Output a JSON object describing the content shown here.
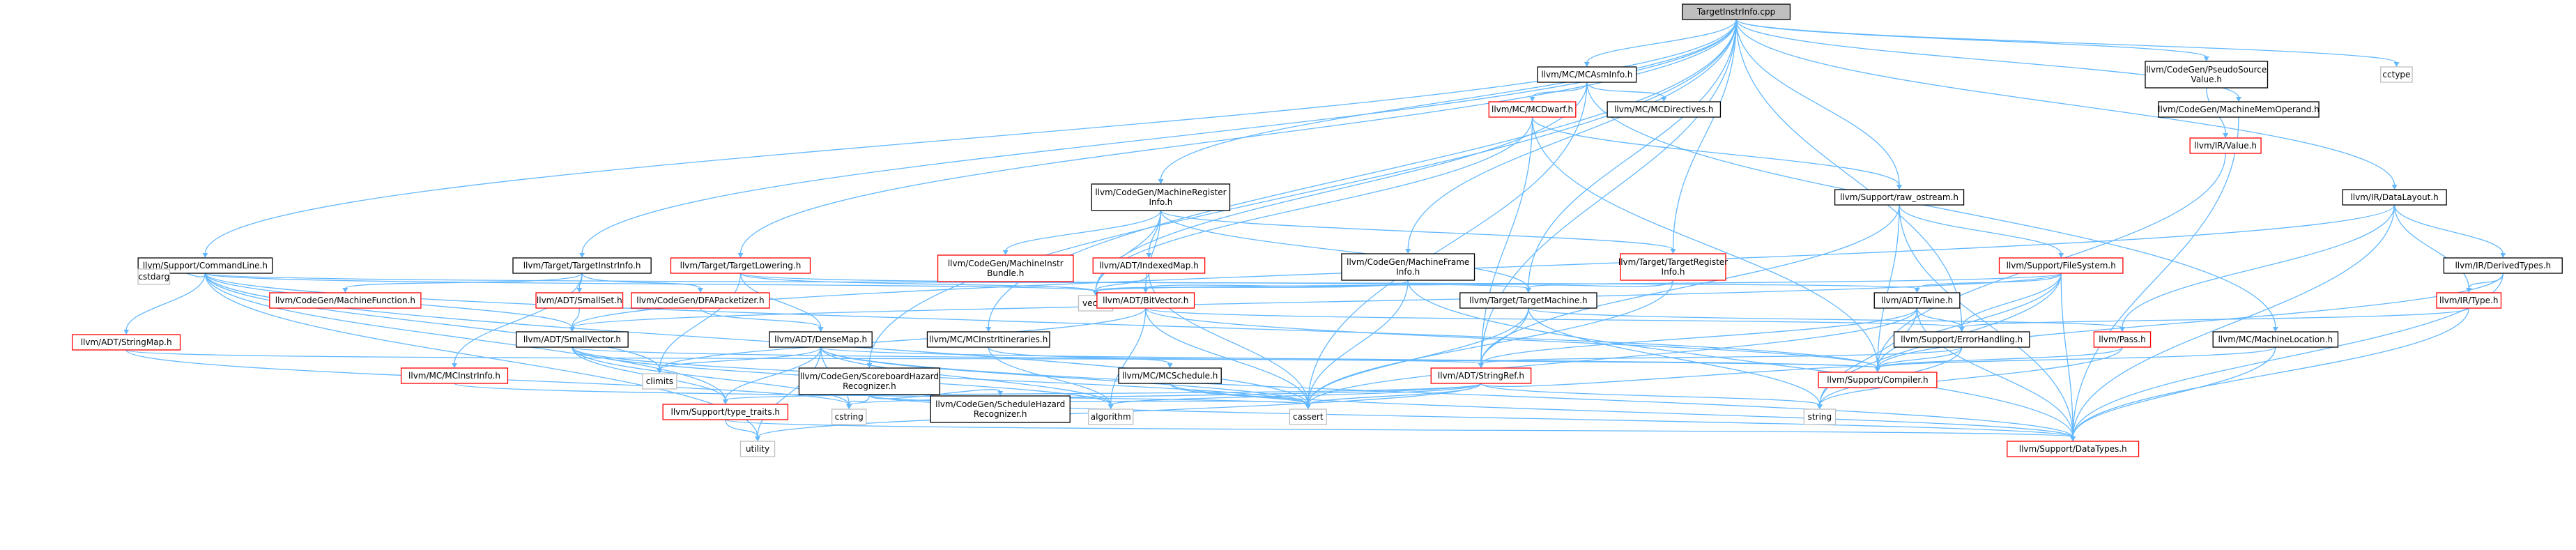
{
  "colors": {
    "root_fill": "#bfbfbf",
    "documented_border": "#000000",
    "undocumented_border": "#ff0000",
    "external_border": "#bfbfbf",
    "edge": "#63b8ff",
    "text": "#000000"
  },
  "nodes": [
    {
      "id": "root",
      "label": "TargetInstrInfo.cpp",
      "kind": "root"
    },
    {
      "id": "asminfo",
      "label": "llvm/MC/MCAsmInfo.h",
      "kind": "doc"
    },
    {
      "id": "pseudo",
      "label": "llvm/CodeGen/PseudoSource\nValue.h",
      "kind": "doc"
    },
    {
      "id": "cctype",
      "label": "cctype",
      "kind": "ext"
    },
    {
      "id": "mcdwarf",
      "label": "llvm/MC/MCDwarf.h",
      "kind": "undoc"
    },
    {
      "id": "mcdirectives",
      "label": "llvm/MC/MCDirectives.h",
      "kind": "doc"
    },
    {
      "id": "mmo",
      "label": "llvm/CodeGen/MachineMemOperand.h",
      "kind": "doc"
    },
    {
      "id": "irvalue",
      "label": "llvm/IR/Value.h",
      "kind": "undoc"
    },
    {
      "id": "datalayout",
      "label": "llvm/IR/DataLayout.h",
      "kind": "doc"
    },
    {
      "id": "mri",
      "label": "llvm/CodeGen/MachineRegister\nInfo.h",
      "kind": "doc"
    },
    {
      "id": "rawostream",
      "label": "llvm/Support/raw_ostream.h",
      "kind": "doc"
    },
    {
      "id": "cmdline",
      "label": "llvm/Support/CommandLine.h",
      "kind": "doc"
    },
    {
      "id": "tii",
      "label": "llvm/Target/TargetInstrInfo.h",
      "kind": "doc"
    },
    {
      "id": "tlowering",
      "label": "llvm/Target/TargetLowering.h",
      "kind": "undoc"
    },
    {
      "id": "mib",
      "label": "llvm/CodeGen/MachineInstr\nBundle.h",
      "kind": "undoc"
    },
    {
      "id": "indexedmap",
      "label": "llvm/ADT/IndexedMap.h",
      "kind": "undoc"
    },
    {
      "id": "mfi",
      "label": "llvm/CodeGen/MachineFrame\nInfo.h",
      "kind": "doc"
    },
    {
      "id": "tri",
      "label": "llvm/Target/TargetRegister\nInfo.h",
      "kind": "undoc"
    },
    {
      "id": "filesystem",
      "label": "llvm/Support/FileSystem.h",
      "kind": "undoc"
    },
    {
      "id": "derivedtypes",
      "label": "llvm/IR/DerivedTypes.h",
      "kind": "doc"
    },
    {
      "id": "cstdarg",
      "label": "cstdarg",
      "kind": "ext"
    },
    {
      "id": "mfunction",
      "label": "llvm/CodeGen/MachineFunction.h",
      "kind": "undoc"
    },
    {
      "id": "smallset",
      "label": "llvm/ADT/SmallSet.h",
      "kind": "undoc"
    },
    {
      "id": "dfa",
      "label": "llvm/CodeGen/DFAPacketizer.h",
      "kind": "undoc"
    },
    {
      "id": "vector",
      "label": "vector",
      "kind": "ext"
    },
    {
      "id": "bitvector",
      "label": "llvm/ADT/BitVector.h",
      "kind": "undoc"
    },
    {
      "id": "tmachine",
      "label": "llvm/Target/TargetMachine.h",
      "kind": "doc"
    },
    {
      "id": "twine",
      "label": "llvm/ADT/Twine.h",
      "kind": "doc"
    },
    {
      "id": "irtype",
      "label": "llvm/IR/Type.h",
      "kind": "undoc"
    },
    {
      "id": "stringmap",
      "label": "llvm/ADT/StringMap.h",
      "kind": "undoc"
    },
    {
      "id": "smallvector",
      "label": "llvm/ADT/SmallVector.h",
      "kind": "doc"
    },
    {
      "id": "densemap",
      "label": "llvm/ADT/DenseMap.h",
      "kind": "doc"
    },
    {
      "id": "itin",
      "label": "llvm/MC/MCInstrItineraries.h",
      "kind": "doc"
    },
    {
      "id": "errhandling",
      "label": "llvm/Support/ErrorHandling.h",
      "kind": "doc"
    },
    {
      "id": "pass",
      "label": "llvm/Pass.h",
      "kind": "undoc"
    },
    {
      "id": "mloc",
      "label": "llvm/MC/MachineLocation.h",
      "kind": "doc"
    },
    {
      "id": "mcinstrinfo",
      "label": "llvm/MC/MCInstrInfo.h",
      "kind": "undoc"
    },
    {
      "id": "climits",
      "label": "climits",
      "kind": "ext"
    },
    {
      "id": "scoreboard",
      "label": "llvm/CodeGen/ScoreboardHazard\nRecognizer.h",
      "kind": "doc"
    },
    {
      "id": "mcschedule",
      "label": "llvm/MC/MCSchedule.h",
      "kind": "doc"
    },
    {
      "id": "stringref",
      "label": "llvm/ADT/StringRef.h",
      "kind": "undoc"
    },
    {
      "id": "compiler",
      "label": "llvm/Support/Compiler.h",
      "kind": "undoc"
    },
    {
      "id": "typetraits",
      "label": "llvm/Support/type_traits.h",
      "kind": "undoc"
    },
    {
      "id": "cstring",
      "label": "cstring",
      "kind": "ext"
    },
    {
      "id": "schedhazard",
      "label": "llvm/CodeGen/ScheduleHazard\nRecognizer.h",
      "kind": "doc"
    },
    {
      "id": "algorithm",
      "label": "algorithm",
      "kind": "ext"
    },
    {
      "id": "cassert",
      "label": "cassert",
      "kind": "ext"
    },
    {
      "id": "string",
      "label": "string",
      "kind": "ext"
    },
    {
      "id": "utility",
      "label": "utility",
      "kind": "ext"
    },
    {
      "id": "datatypes",
      "label": "llvm/Support/DataTypes.h",
      "kind": "undoc"
    }
  ],
  "edges": [
    [
      "root",
      "asminfo"
    ],
    [
      "root",
      "pseudo"
    ],
    [
      "root",
      "cctype"
    ],
    [
      "root",
      "mmo"
    ],
    [
      "root",
      "datalayout"
    ],
    [
      "root",
      "mri"
    ],
    [
      "root",
      "rawostream"
    ],
    [
      "root",
      "cmdline"
    ],
    [
      "root",
      "tii"
    ],
    [
      "root",
      "tlowering"
    ],
    [
      "root",
      "mfi"
    ],
    [
      "root",
      "tri"
    ],
    [
      "root",
      "tmachine"
    ],
    [
      "root",
      "errhandling"
    ],
    [
      "root",
      "itin"
    ],
    [
      "root",
      "scoreboard"
    ],
    [
      "root",
      "stringref"
    ],
    [
      "asminfo",
      "mcdwarf"
    ],
    [
      "asminfo",
      "mcdirectives"
    ],
    [
      "asminfo",
      "mloc"
    ],
    [
      "asminfo",
      "vector"
    ],
    [
      "asminfo",
      "cassert"
    ],
    [
      "pseudo",
      "irvalue"
    ],
    [
      "irvalue",
      "compiler"
    ],
    [
      "mmo",
      "datatypes"
    ],
    [
      "mcdwarf",
      "rawostream"
    ],
    [
      "mcdwarf",
      "vector"
    ],
    [
      "mcdwarf",
      "stringref"
    ],
    [
      "mcdwarf",
      "compiler"
    ],
    [
      "datalayout",
      "derivedtypes"
    ],
    [
      "datalayout",
      "irtype"
    ],
    [
      "datalayout",
      "pass"
    ],
    [
      "datalayout",
      "smallvector"
    ],
    [
      "datalayout",
      "datatypes"
    ],
    [
      "derivedtypes",
      "irtype"
    ],
    [
      "derivedtypes",
      "compiler"
    ],
    [
      "derivedtypes",
      "datatypes"
    ],
    [
      "irtype",
      "errhandling"
    ],
    [
      "irtype",
      "datatypes"
    ],
    [
      "mri",
      "mib"
    ],
    [
      "mri",
      "indexedmap"
    ],
    [
      "mri",
      "bitvector"
    ],
    [
      "mri",
      "tri"
    ],
    [
      "mri",
      "tmachine"
    ],
    [
      "mri",
      "vector"
    ],
    [
      "rawostream",
      "filesystem"
    ],
    [
      "rawostream",
      "compiler"
    ],
    [
      "rawostream",
      "stringref"
    ],
    [
      "rawostream",
      "datatypes"
    ],
    [
      "filesystem",
      "twine"
    ],
    [
      "filesystem",
      "errhandling"
    ],
    [
      "filesystem",
      "datatypes"
    ],
    [
      "filesystem",
      "string"
    ],
    [
      "filesystem",
      "vector"
    ],
    [
      "filesystem",
      "smallvector"
    ],
    [
      "filesystem",
      "compiler"
    ],
    [
      "cmdline",
      "cstdarg"
    ],
    [
      "cmdline",
      "stringmap"
    ],
    [
      "cmdline",
      "smallvector"
    ],
    [
      "cmdline",
      "twine"
    ],
    [
      "cmdline",
      "climits"
    ],
    [
      "cmdline",
      "vector"
    ],
    [
      "cmdline",
      "cassert"
    ],
    [
      "cmdline",
      "utility"
    ],
    [
      "cmdline",
      "compiler"
    ],
    [
      "cmdline",
      "typetraits"
    ],
    [
      "tii",
      "mfunction"
    ],
    [
      "tii",
      "smallset"
    ],
    [
      "tii",
      "dfa"
    ],
    [
      "tii",
      "mcinstrinfo"
    ],
    [
      "tlowering",
      "densemap"
    ],
    [
      "tlowering",
      "tmachine"
    ],
    [
      "tlowering",
      "climits"
    ],
    [
      "tlowering",
      "vector"
    ],
    [
      "indexedmap",
      "vector"
    ],
    [
      "indexedmap",
      "cassert"
    ],
    [
      "mfi",
      "bitvector"
    ],
    [
      "mfi",
      "vector"
    ],
    [
      "mfi",
      "datatypes"
    ],
    [
      "mfi",
      "cassert"
    ],
    [
      "tri",
      "tmachine"
    ],
    [
      "tri",
      "cassert"
    ],
    [
      "smallset",
      "smallvector"
    ],
    [
      "dfa",
      "densemap"
    ],
    [
      "bitvector",
      "errhandling"
    ],
    [
      "bitvector",
      "algorithm"
    ],
    [
      "bitvector",
      "climits"
    ],
    [
      "bitvector",
      "cassert"
    ],
    [
      "bitvector",
      "compiler"
    ],
    [
      "tmachine",
      "stringref"
    ],
    [
      "tmachine",
      "pass"
    ],
    [
      "tmachine",
      "cassert"
    ],
    [
      "tmachine",
      "string"
    ],
    [
      "twine",
      "stringref"
    ],
    [
      "twine",
      "datatypes"
    ],
    [
      "twine",
      "cassert"
    ],
    [
      "twine",
      "string"
    ],
    [
      "twine",
      "errhandling"
    ],
    [
      "stringmap",
      "stringref"
    ],
    [
      "stringmap",
      "cstring"
    ],
    [
      "smallvector",
      "typetraits"
    ],
    [
      "smallvector",
      "cassert"
    ],
    [
      "smallvector",
      "cstring"
    ],
    [
      "smallvector",
      "compiler"
    ],
    [
      "smallvector",
      "algorithm"
    ],
    [
      "densemap",
      "typetraits"
    ],
    [
      "densemap",
      "climits"
    ],
    [
      "densemap",
      "cassert"
    ],
    [
      "densemap",
      "utility"
    ],
    [
      "densemap",
      "algorithm"
    ],
    [
      "densemap",
      "cstring"
    ],
    [
      "densemap",
      "compiler"
    ],
    [
      "densemap",
      "datatypes"
    ],
    [
      "itin",
      "mcschedule"
    ],
    [
      "itin",
      "algorithm"
    ],
    [
      "errhandling",
      "compiler"
    ],
    [
      "errhandling",
      "stringref"
    ],
    [
      "errhandling",
      "string"
    ],
    [
      "pass",
      "compiler"
    ],
    [
      "pass",
      "string"
    ],
    [
      "mloc",
      "compiler"
    ],
    [
      "mloc",
      "datatypes"
    ],
    [
      "mcinstrinfo",
      "cassert"
    ],
    [
      "scoreboard",
      "schedhazard"
    ],
    [
      "scoreboard",
      "cassert"
    ],
    [
      "scoreboard",
      "cstring"
    ],
    [
      "scoreboard",
      "datatypes"
    ],
    [
      "mcschedule",
      "datatypes"
    ],
    [
      "mcschedule",
      "cassert"
    ],
    [
      "stringref",
      "typetraits"
    ],
    [
      "stringref",
      "cassert"
    ],
    [
      "stringref",
      "cstring"
    ],
    [
      "stringref",
      "utility"
    ],
    [
      "stringref",
      "algorithm"
    ],
    [
      "stringref",
      "string"
    ],
    [
      "stringref",
      "compiler"
    ],
    [
      "typetraits",
      "utility"
    ],
    [
      "typetraits",
      "datatypes"
    ]
  ]
}
